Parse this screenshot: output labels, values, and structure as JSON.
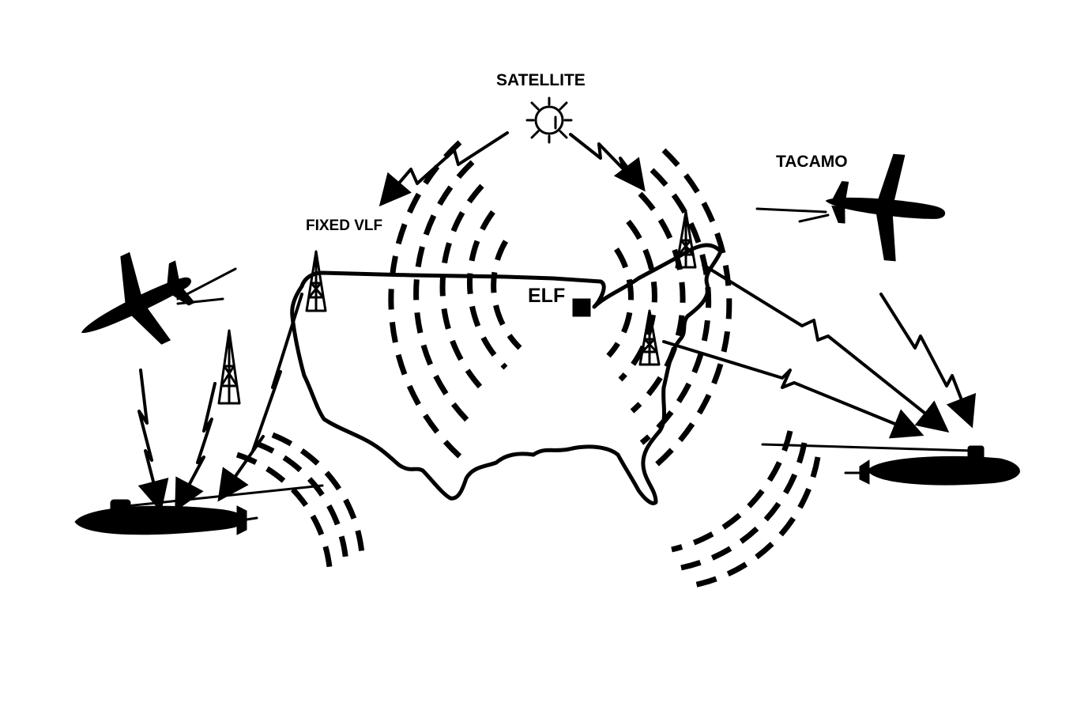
{
  "labels": {
    "satellite": "SATELLITE",
    "tacamo": "TACAMO",
    "fixed_vlf": "FIXED VLF",
    "elf": "ELF"
  },
  "colors": {
    "ink": "#000000",
    "background": "#ffffff"
  },
  "icons": {
    "satellite": "satellite-icon",
    "aircraft": "aircraft-icon",
    "submarine": "submarine-icon",
    "antenna_tower": "antenna-tower-icon",
    "transmitter": "elf-transmitter-square"
  }
}
